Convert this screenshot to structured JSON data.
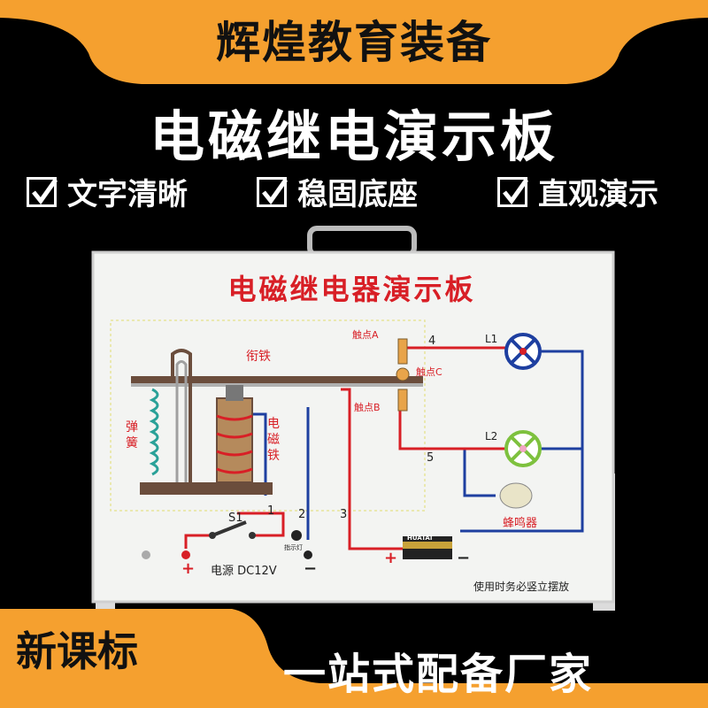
{
  "header": {
    "brand": "辉煌教育装备"
  },
  "title": "电磁继电演示板",
  "features": [
    {
      "label": "文字清晰"
    },
    {
      "label": "稳固底座"
    },
    {
      "label": "直观演示"
    }
  ],
  "board": {
    "title": "电磁继电器演示板",
    "labels": {
      "armature": "衔铁",
      "contact_a": "触点A",
      "contact_b": "触点B",
      "contact_c": "触点C",
      "spring": "弹簧",
      "electromagnet": "电磁铁",
      "s1": "S1",
      "indicator": "指示灯",
      "power": "电源 DC12V",
      "plus_left": "+",
      "minus_left": "−",
      "plus_right": "+",
      "minus_right": "−",
      "l1": "L1",
      "l2": "L2",
      "buzzer": "蜂鸣器",
      "wire1": "1",
      "wire2": "2",
      "wire3": "3",
      "wire4": "4",
      "wire5": "5",
      "battery_brand": "HUATAI",
      "notice": "使用时务必竖立摆放"
    }
  },
  "footer": {
    "badge": "新课标",
    "slogan": "一站式配备厂家"
  },
  "colors": {
    "orange": "#f5a02f",
    "wire_red": "#d81f26",
    "wire_blue": "#1e3fa0",
    "board_text": "#d81f26"
  }
}
